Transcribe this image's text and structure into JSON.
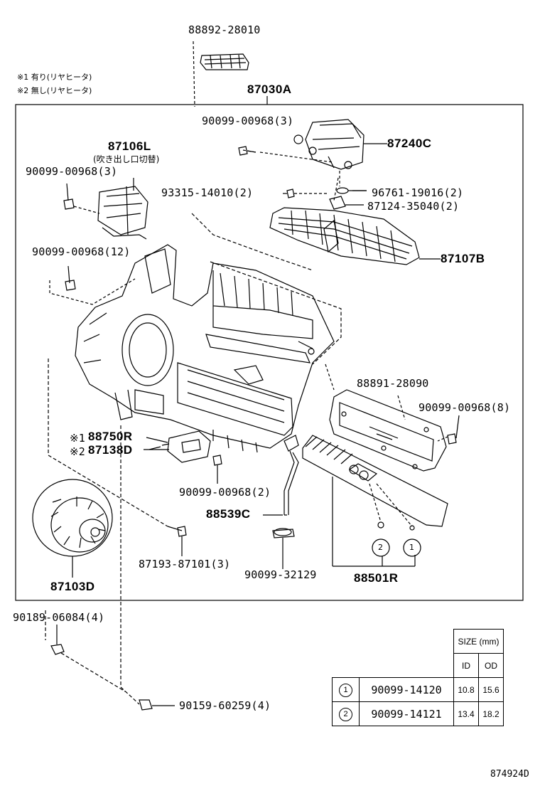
{
  "notes": {
    "note1": "※1 有り(リヤヒータ)",
    "note2": "※2 無し(リヤヒータ)"
  },
  "labels": {
    "p88892_28010": "88892-28010",
    "p87030A": "87030A",
    "p90099_00968_3_top": "90099-00968(3)",
    "p87240C": "87240C",
    "p87106L": "87106L",
    "p87106L_sub": "(吹き出し口切替)",
    "p90099_00968_3_left": "90099-00968(3)",
    "p93315_14010": "93315-14010(2)",
    "p96761_19016": "96761-19016(2)",
    "p87124_35040": "87124-35040(2)",
    "p87107B": "87107B",
    "p90099_00968_12": "90099-00968(12)",
    "p88891_28090": "88891-28090",
    "p90099_00968_8": "90099-00968(8)",
    "p88750R_mark": "※1",
    "p88750R": "88750R",
    "p87138D_mark": "※2",
    "p87138D": "87138D",
    "p90099_00968_2": "90099-00968(2)",
    "p88539C": "88539C",
    "p87193_87101": "87193-87101(3)",
    "p90099_32129": "90099-32129",
    "p88501R": "88501R",
    "p87103D": "87103D",
    "p90189_06084": "90189-06084(4)",
    "p90159_60259": "90159-60259(4)",
    "circ1": "1",
    "circ2": "2"
  },
  "size_table": {
    "header": "SIZE (mm)",
    "col_id": "ID",
    "col_od": "OD",
    "rows": [
      {
        "mark": "1",
        "part": "90099-14120",
        "id": "10.8",
        "od": "15.6"
      },
      {
        "mark": "2",
        "part": "90099-14121",
        "id": "13.4",
        "od": "18.2"
      }
    ]
  },
  "figure_number": "874924D"
}
